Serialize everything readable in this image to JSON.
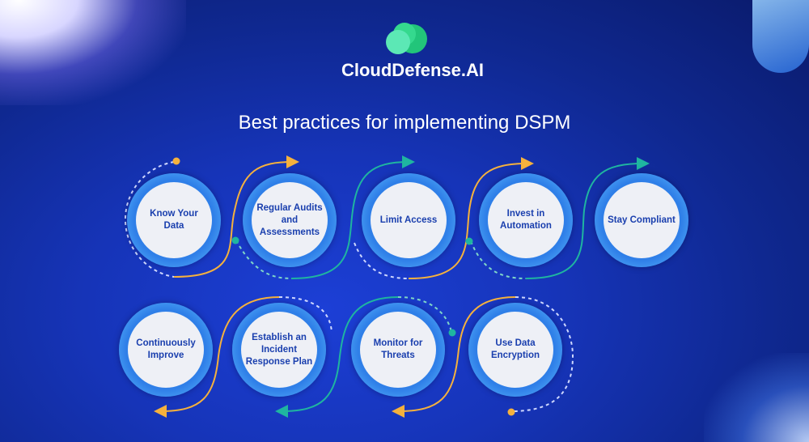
{
  "brand": {
    "name": "CloudDefense.AI"
  },
  "title": "Best practices for implementing DSPM",
  "steps": [
    {
      "label": "Know Your Data"
    },
    {
      "label": "Regular Audits and Assessments"
    },
    {
      "label": "Limit Access"
    },
    {
      "label": "Invest in Automation"
    },
    {
      "label": "Stay Compliant"
    },
    {
      "label": "Continuously Improve"
    },
    {
      "label": "Establish an Incident Response Plan"
    },
    {
      "label": "Monitor for Threats"
    },
    {
      "label": "Use Data Encryption"
    }
  ],
  "colors": {
    "orange": "#f5b13d",
    "teal": "#1fb5a0",
    "ring": "#3a8ef0",
    "bg": "#1634b8"
  }
}
